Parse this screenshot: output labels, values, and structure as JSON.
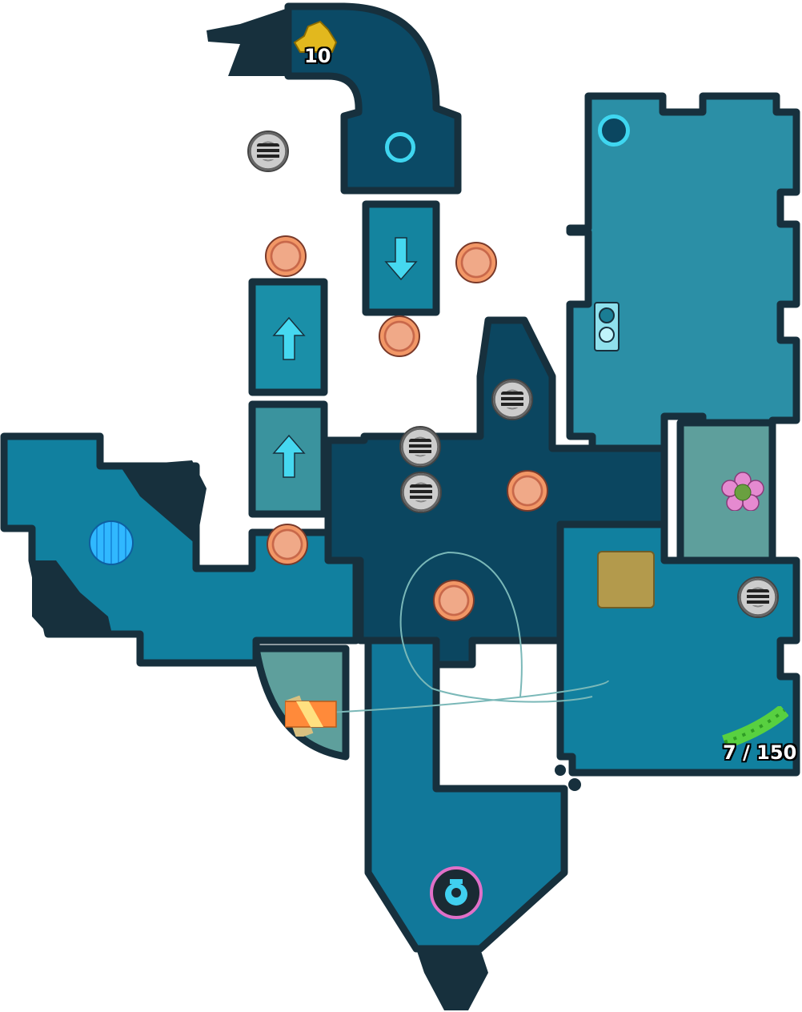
{
  "hud": {
    "gold_count": "10",
    "track_progress": "7 / 150",
    "track_collected": 7,
    "track_total": 150
  },
  "icons": {
    "gold": "gold-nugget-icon",
    "track": "rail-track-icon",
    "fan": "fan-icon",
    "plate": "pressure-plate-icon",
    "player": "robot-player-icon",
    "ring": "teleport-ring-icon",
    "flower": "flower-icon",
    "sand": "sand-block-icon",
    "grate": "drain-grate-icon",
    "switch": "switch-icon",
    "arrow_up": "arrow-up-icon",
    "arrow_down": "arrow-down-icon"
  },
  "colors": {
    "outline": "#17303d",
    "dark_room": "#0b4660",
    "mid_room": "#11809f",
    "light_room": "#2b8fa6",
    "teal_room": "#5e9f9c",
    "accent_cyan": "#3fd6f0",
    "player_ring": "#e070c8"
  }
}
